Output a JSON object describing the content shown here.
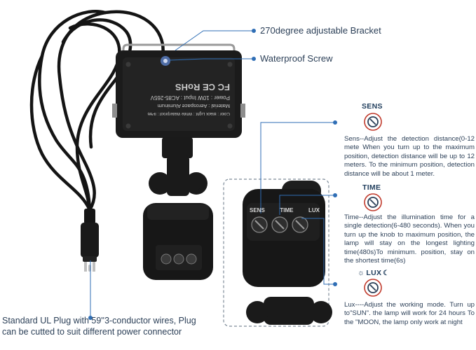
{
  "callouts": {
    "bracket": "270degree adjustable Bracket",
    "screw": "Waterproof Screw"
  },
  "plate": {
    "certs": "FC CE RoHS",
    "power_line": "Power : 10W    Input : AC85-265V",
    "material_line": "Material : Aerospace Aluminum",
    "model_line": "Color : Black  Light : White  Waterproof : IP66"
  },
  "sensor_panel": {
    "knob_labels": [
      "SENS",
      "TIME",
      "LUX"
    ]
  },
  "knobs": [
    {
      "title": "SENS",
      "description": "Sens--Adjust the detection distance(0-12 mete When you turn up to the maximum position, detection distance will be up to 12 meters. To the minimum position, detection distance will be about 1 meter."
    },
    {
      "title": "TIME",
      "description": "Time--Adjust the illumination time for a single detection(6-480 seconds). When you turn up the knob to maximum position, the lamp will stay on the longest lighting time(480s)To minimum. position, stay on the shortest time(6s)"
    },
    {
      "title": "LUX",
      "description": "Lux----Adjust the working mode. Turn up to\"SUN\". the lamp will work for 24 hours To the \"MOON, the lamp only work at night"
    }
  ],
  "plug_caption": "Standard UL Plug with 59''3-conductor wires, Plug can be cutted to suit different power connector",
  "colors": {
    "accent": "#2f6eb5",
    "knob_ring": "#c0392b",
    "device": "#1c1c1c",
    "text": "#2b3f57"
  }
}
